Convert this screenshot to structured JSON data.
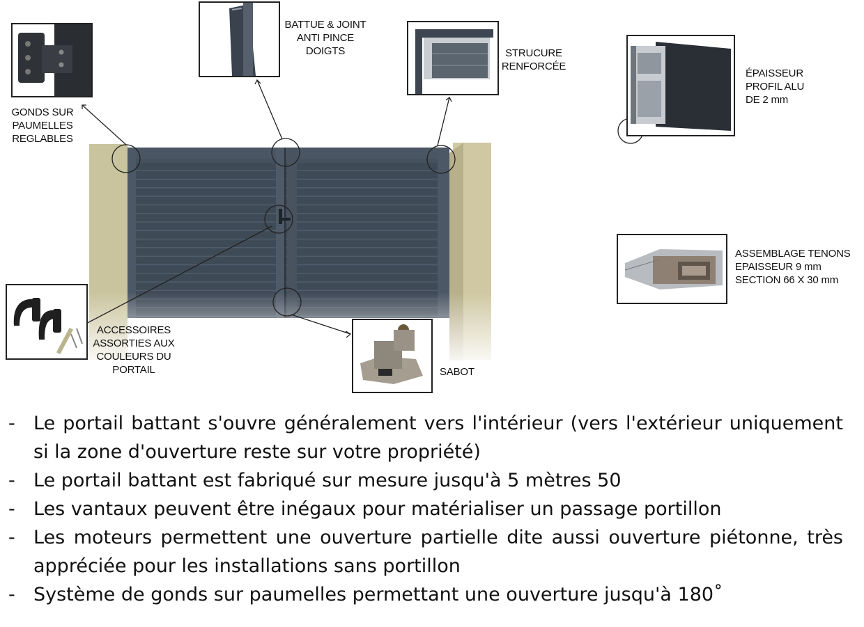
{
  "callouts": {
    "gonds": "GONDS SUR\nPAUMELLES\nREGLABLES",
    "battue": "BATTUE & JOINT\nANTI PINCE\nDOIGTS",
    "structure": "STRUCURE\nRENFORCÉE",
    "epaisseur": "ÉPAISSEUR\nPROFIL ALU\nDE 2 mm",
    "assemblage": "ASSEMBLAGE TENONS\nEPAISSEUR 9 mm\nSECTION 66 X 30 mm",
    "accessoires": "ACCESSOIRES\nASSORTIES AUX\nCOULEURS DU\nPORTAIL",
    "sabot": "SABOT"
  },
  "bullets": [
    "Le portail battant s'ouvre généralement vers l'intérieur (vers l'extérieur uniquement si la zone d'ouverture reste sur votre propriété)",
    "Le portail battant est fabriqué sur mesure jusqu'à 5 mètres 50",
    "Les vantaux peuvent être inégaux pour matérialiser un passage portillon",
    "Les moteurs permettent une ouverture partielle dite aussi ouverture piétonne, très appréciée pour les installations sans portillon",
    "Système de gonds sur paumelles permettant une ouverture jusqu'à 180˚"
  ],
  "colors": {
    "gate": "#3f4a57",
    "pillar": "#cfc8a3"
  }
}
